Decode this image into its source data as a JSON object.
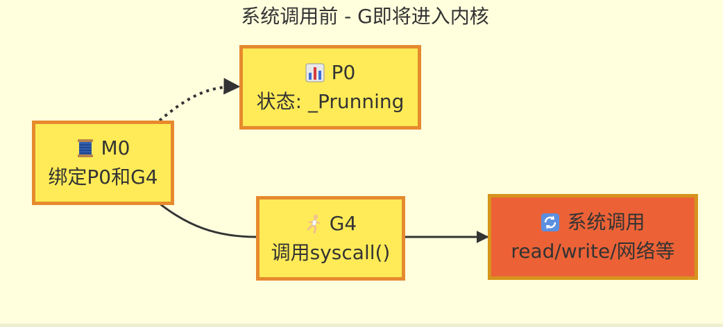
{
  "diagram": {
    "title": "系统调用前 - G即将进入内核",
    "colors": {
      "background": "#ffffde",
      "node_fill": "#ffeb57",
      "node_stroke": "#e68a2e",
      "syscall_fill": "#ec6236",
      "syscall_stroke": "#d6941c",
      "edge": "#333333"
    },
    "nodes": {
      "m0": {
        "icon": "spool-of-thread-icon",
        "line1": "M0",
        "line2": "绑定P0和G4"
      },
      "p0": {
        "icon": "bar-chart-icon",
        "line1": "P0",
        "line2": "状态: _Prunning"
      },
      "g4": {
        "icon": "running-person-icon",
        "line1": "G4",
        "line2": "调用syscall()"
      },
      "syscall": {
        "icon": "refresh-arrows-icon",
        "line1": "系统调用",
        "line2": "read/write/网络等"
      }
    },
    "edges": [
      {
        "from": "m0",
        "to": "p0",
        "style": "dotted"
      },
      {
        "from": "m0",
        "to": "g4",
        "style": "solid"
      },
      {
        "from": "g4",
        "to": "syscall",
        "style": "solid-arrow"
      }
    ]
  }
}
